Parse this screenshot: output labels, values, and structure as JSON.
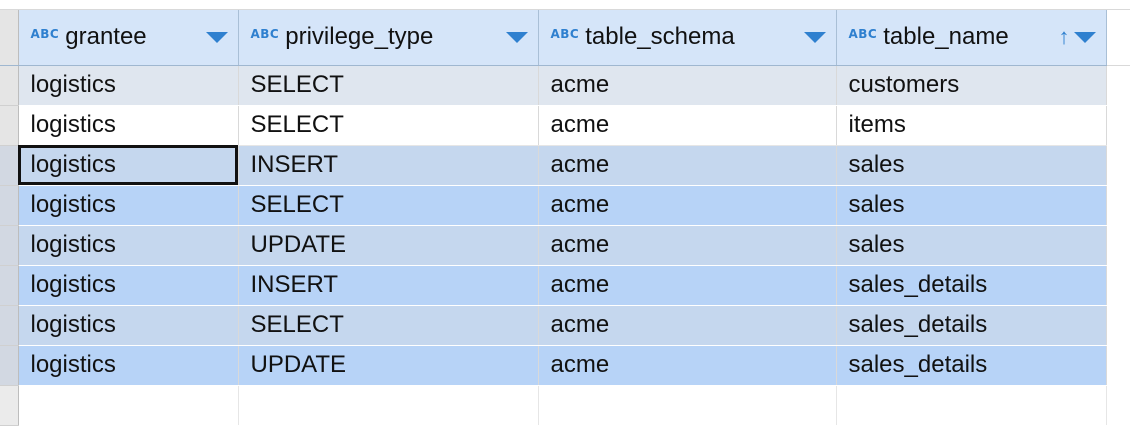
{
  "columns": [
    {
      "type_badge": "ABC",
      "label": "grantee",
      "icon": "chevron-down-icon"
    },
    {
      "type_badge": "ABC",
      "label": "privilege_type",
      "icon": "chevron-down-icon"
    },
    {
      "type_badge": "ABC",
      "label": "table_schema",
      "icon": "chevron-down-icon"
    },
    {
      "type_badge": "ABC",
      "label": "table_name",
      "icon": "sort-ascending-icon",
      "sort_glyph": "↑"
    }
  ],
  "rows": [
    {
      "grantee": "logistics",
      "privilege_type": "SELECT",
      "table_schema": "acme",
      "table_name": "customers"
    },
    {
      "grantee": "logistics",
      "privilege_type": "SELECT",
      "table_schema": "acme",
      "table_name": "items"
    },
    {
      "grantee": "logistics",
      "privilege_type": "INSERT",
      "table_schema": "acme",
      "table_name": "sales"
    },
    {
      "grantee": "logistics",
      "privilege_type": "SELECT",
      "table_schema": "acme",
      "table_name": "sales"
    },
    {
      "grantee": "logistics",
      "privilege_type": "UPDATE",
      "table_schema": "acme",
      "table_name": "sales"
    },
    {
      "grantee": "logistics",
      "privilege_type": "INSERT",
      "table_schema": "acme",
      "table_name": "sales_details"
    },
    {
      "grantee": "logistics",
      "privilege_type": "SELECT",
      "table_schema": "acme",
      "table_name": "sales_details"
    },
    {
      "grantee": "logistics",
      "privilege_type": "UPDATE",
      "table_schema": "acme",
      "table_name": "sales_details"
    }
  ],
  "colors": {
    "header_bg": "#d5e5f9",
    "accent": "#2f80cf",
    "selection": "#b7d3f7"
  }
}
